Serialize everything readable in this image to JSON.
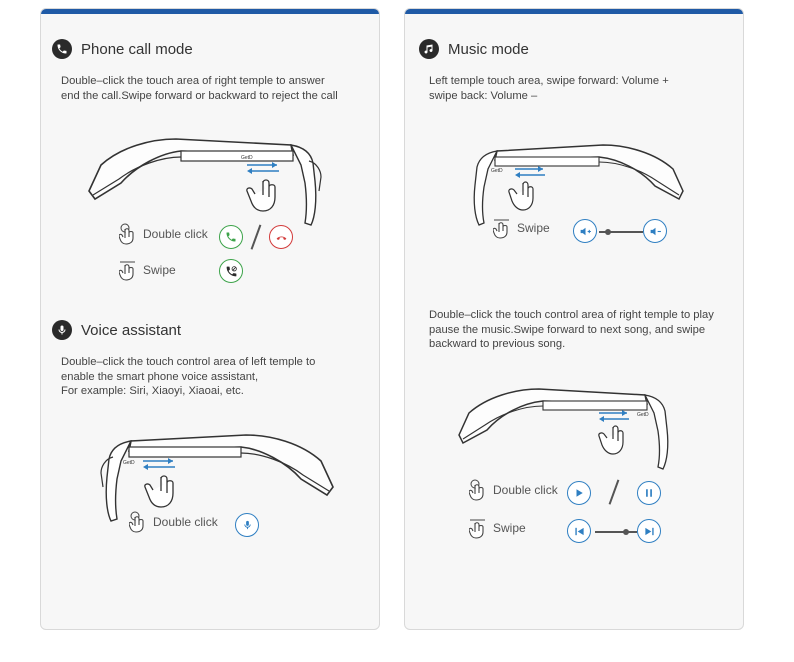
{
  "colors": {
    "accent": "#1f5aa6",
    "icon_blue": "#2f7fc2",
    "call_green": "#3da34a",
    "hangup_red": "#d23a3a"
  },
  "phone_call": {
    "title": "Phone call mode",
    "icon": "phone-icon",
    "desc_line1": "Double–click the touch area of right temple  to answer",
    "desc_line2": "end the call.Swipe forward or backward to reject the call",
    "brand": "GetD",
    "double_click_label": "Double click",
    "swipe_label": "Swipe"
  },
  "voice_assistant": {
    "title": "Voice assistant",
    "icon": "microphone-icon",
    "desc_line1": "Double–click the touch control area of left temple to",
    "desc_line2": "enable the smart phone voice assistant,",
    "desc_line3": "For example: Siri, Xiaoyi, Xiaoai, etc.",
    "brand": "GetD",
    "double_click_label": "Double click"
  },
  "music_mode": {
    "title": "Music mode",
    "icon": "music-note-icon",
    "desc_line1": "Left temple touch area, swipe forward: Volume +",
    "desc_line2": "swipe back: Volume –",
    "brand": "GetD",
    "swipe_label": "Swipe"
  },
  "music_play": {
    "desc_line1": "Double–click the touch control area of right temple to play",
    "desc_line2": "pause the music.Swipe forward to next song, and swipe",
    "desc_line3": "backward to previous song.",
    "brand": "GetD",
    "double_click_label": "Double click",
    "swipe_label": "Swipe"
  }
}
